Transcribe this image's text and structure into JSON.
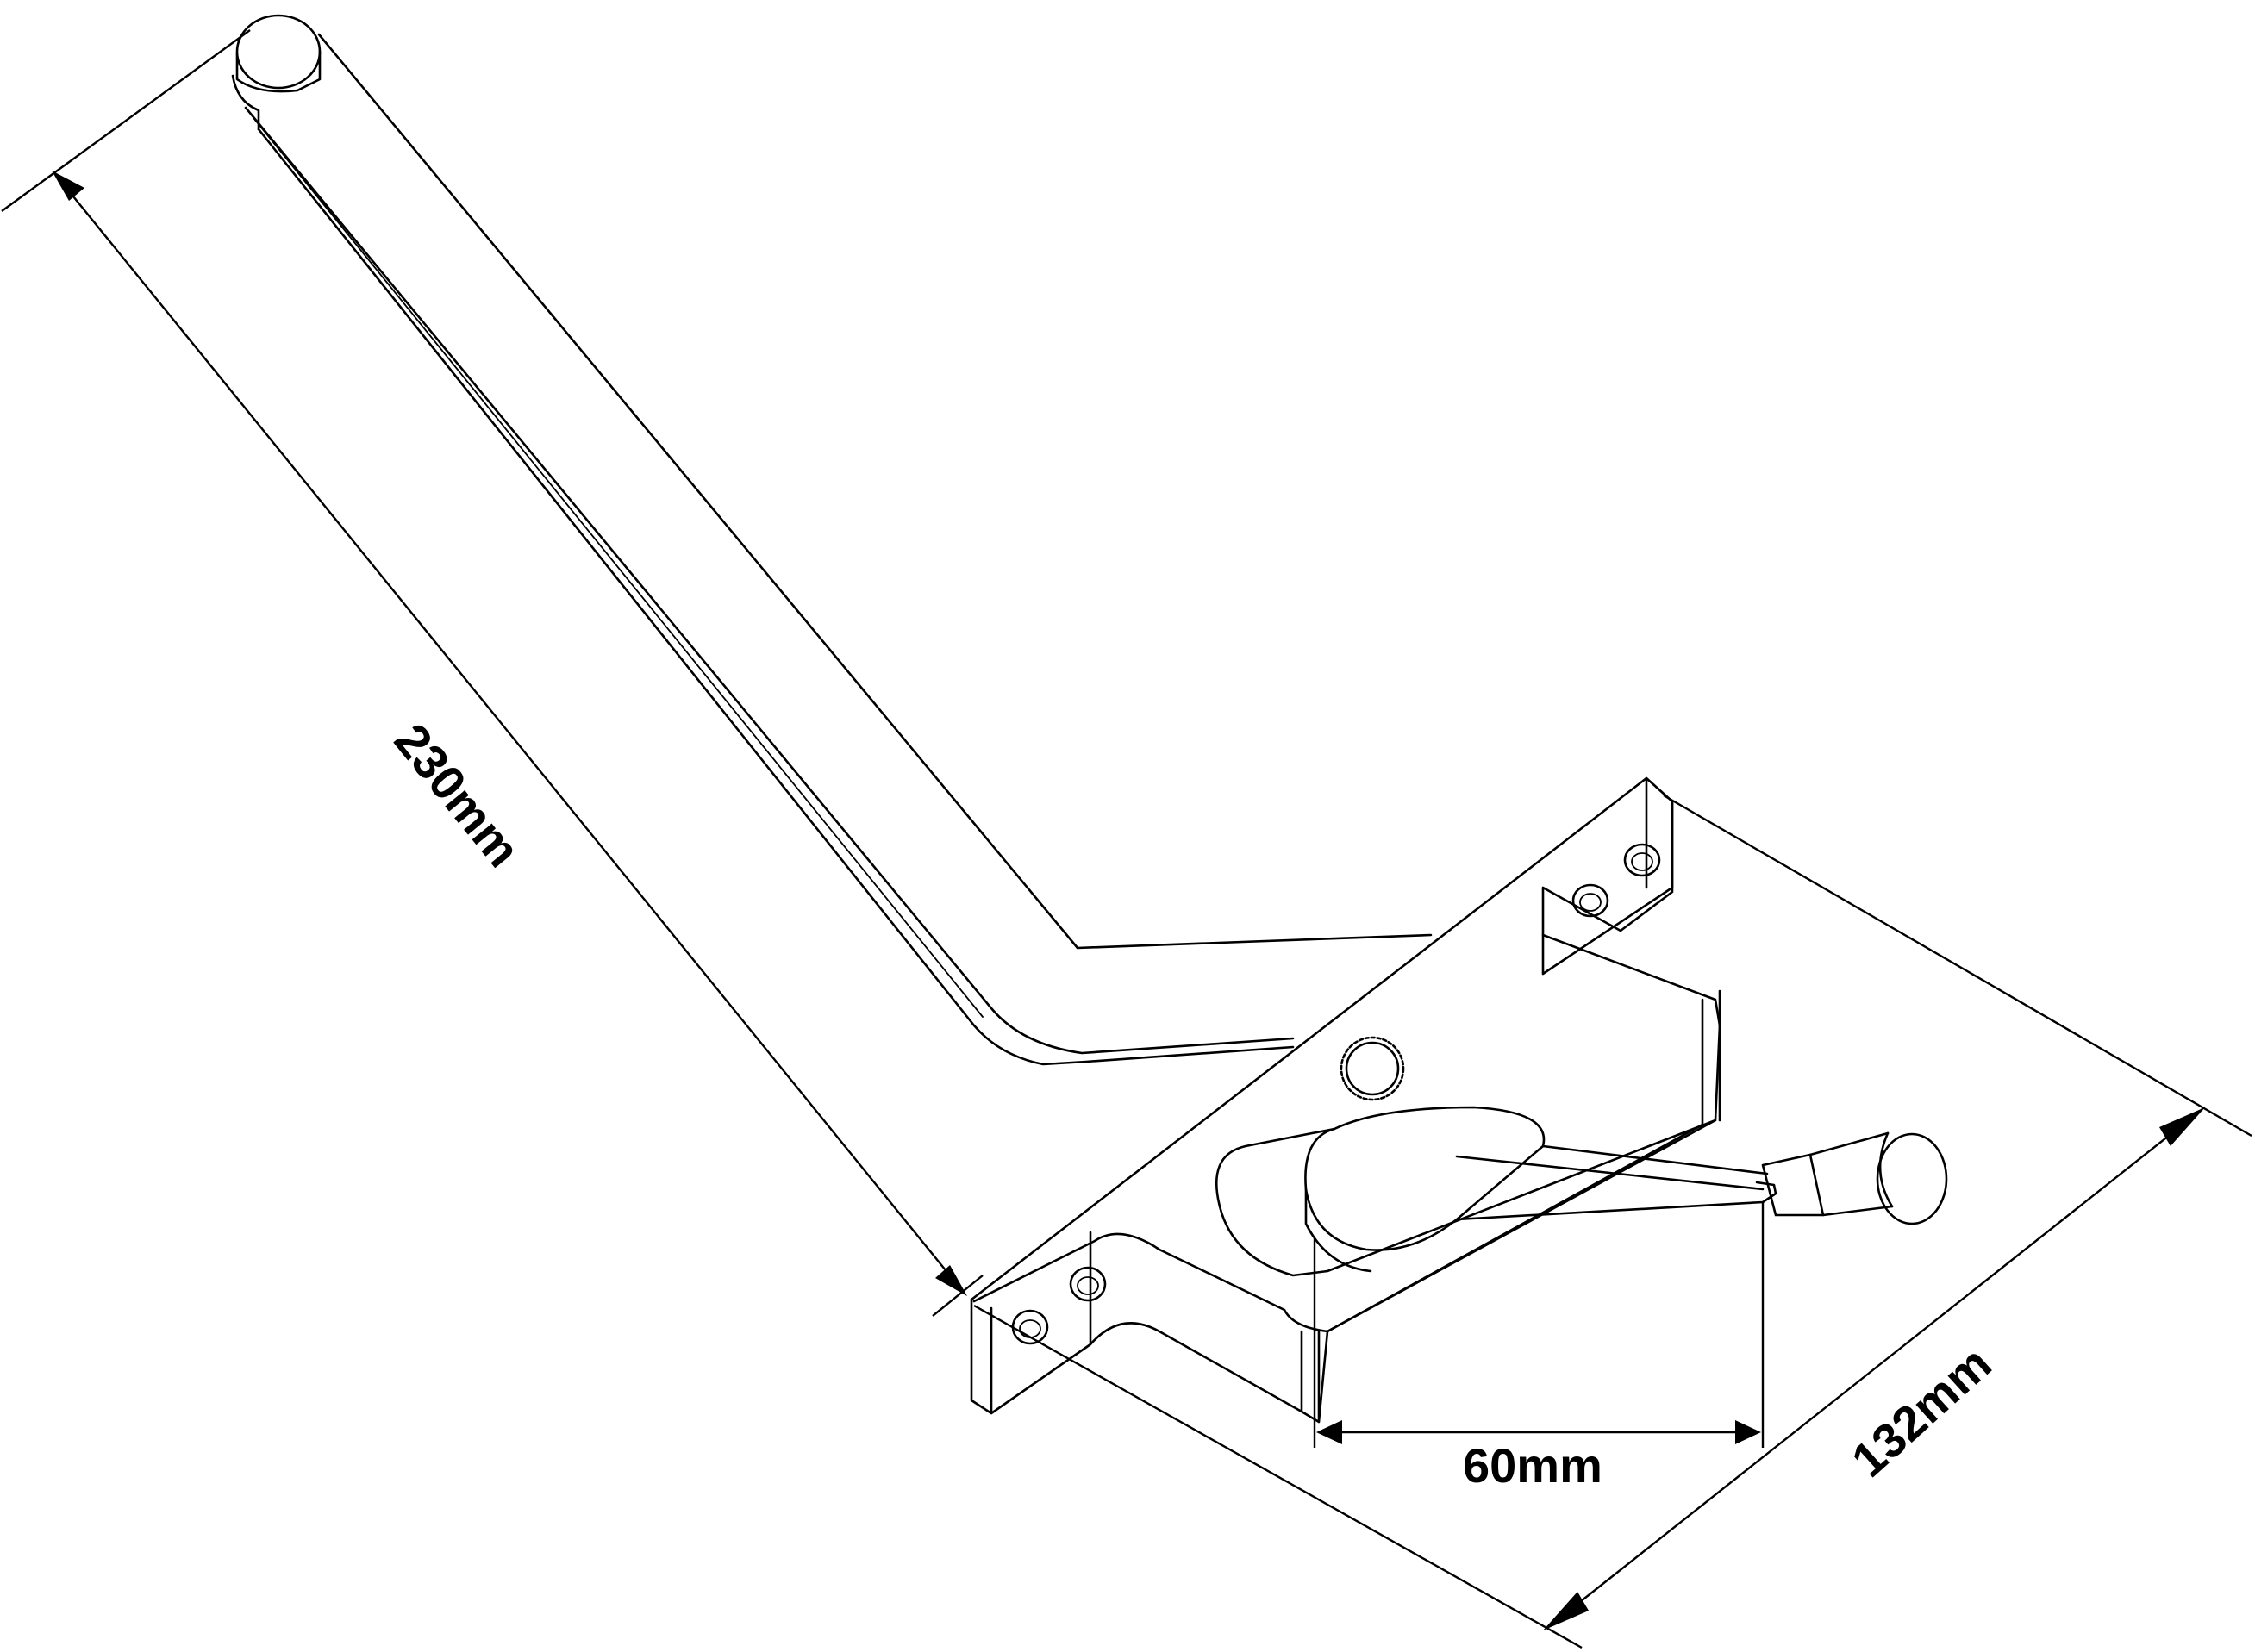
{
  "colors": {
    "line": "#000000",
    "background": "#ffffff"
  },
  "dimensions": {
    "arm_length": "230mm",
    "handle_width": "60mm",
    "base_length": "132mm"
  }
}
